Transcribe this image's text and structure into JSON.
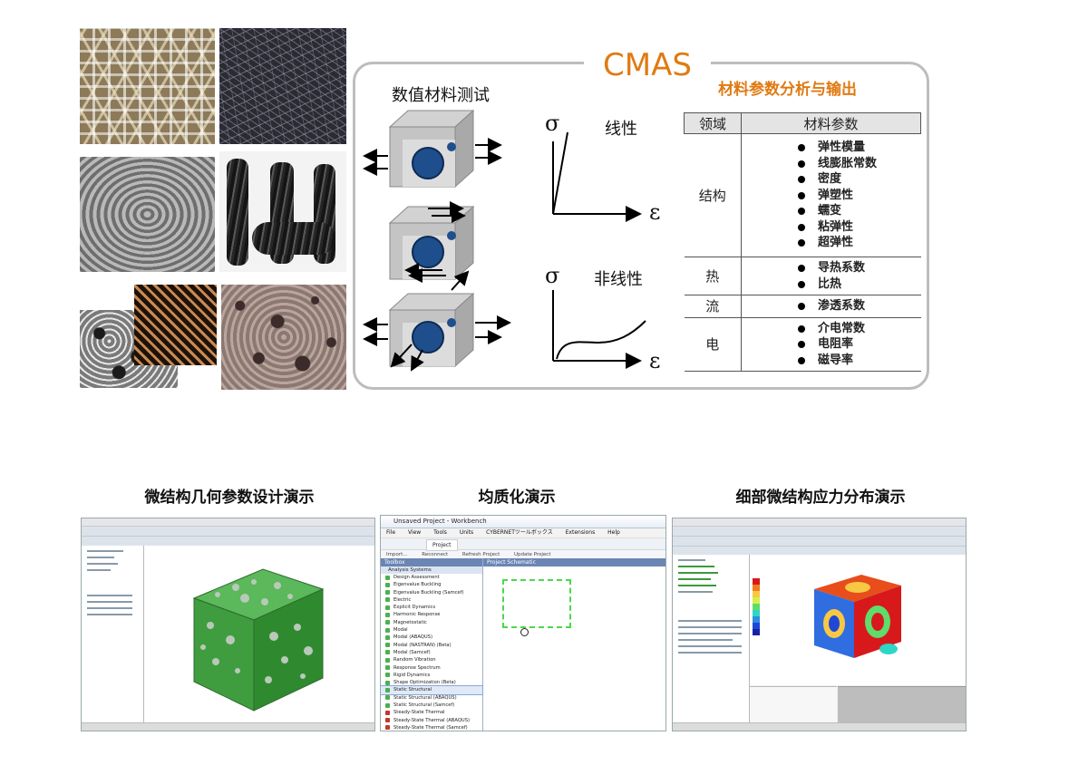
{
  "cmas": {
    "title": "CMAS",
    "subtitle": "材料参数分析与输出",
    "test_title": "数值材料测试"
  },
  "curves": {
    "sigma": "σ",
    "epsilon": "ε",
    "linear_label": "线性",
    "nonlinear_label": "非线性"
  },
  "table": {
    "header_domain": "领域",
    "header_params": "材料参数",
    "rows": [
      {
        "domain": "结构",
        "params": [
          "弹性模量",
          "线膨胀常数",
          "密度",
          "弹塑性",
          "蠕变",
          "粘弹性",
          "超弹性"
        ]
      },
      {
        "domain": "热",
        "params": [
          "导热系数",
          "比热"
        ]
      },
      {
        "domain": "流",
        "params": [
          "渗透系数"
        ]
      },
      {
        "domain": "电",
        "params": [
          "介电常数",
          "电阻率",
          "磁导率"
        ]
      }
    ]
  },
  "demos": [
    {
      "title": "微结构几何参数设计演示"
    },
    {
      "title": "均质化演示"
    },
    {
      "title": "细部微结构应力分布演示"
    }
  ],
  "workbench": {
    "window_title": "Unsaved Project - Workbench",
    "menu": [
      "File",
      "View",
      "Tools",
      "Units",
      "CYBERNETツールボックス",
      "Extensions",
      "Help"
    ],
    "tab": "Project",
    "toolbar2": [
      "Import...",
      "Reconnect",
      "Refresh Project",
      "Update Project"
    ],
    "toolbox_title": "Toolbox",
    "section": "Analysis Systems",
    "items": [
      "Design Assessment",
      "Eigenvalue Buckling",
      "Eigenvalue Buckling (Samcef)",
      "Electric",
      "Explicit Dynamics",
      "Harmonic Response",
      "Magnetostatic",
      "Modal",
      "Modal (ABAQUS)",
      "Modal (NASTRAN) (Beta)",
      "Modal (Samcef)",
      "Random Vibration",
      "Response Spectrum",
      "Rigid Dynamics",
      "Shape Optimization (Beta)",
      "Static Structural",
      "Static Structural (ABAQUS)",
      "Static Structural (Samcef)",
      "Steady-State Thermal",
      "Steady-State Thermal (ABAQUS)",
      "Steady-State Thermal (Samcef)"
    ],
    "selected_item": "Static Structural",
    "schematic_title": "Project Schematic"
  },
  "colors": {
    "accent_orange": "#e07a12",
    "frame_gray": "#bdbdbd",
    "inclusion_blue": "#1f4e8c",
    "cube_green": "#3f9d3f"
  }
}
